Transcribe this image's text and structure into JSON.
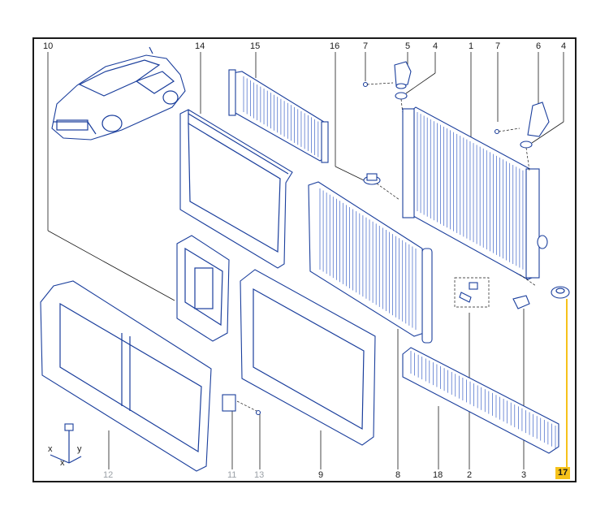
{
  "callouts": [
    {
      "id": "c10",
      "label": "10",
      "style": "normal"
    },
    {
      "id": "c14",
      "label": "14",
      "style": "normal"
    },
    {
      "id": "c15",
      "label": "15",
      "style": "normal"
    },
    {
      "id": "c16",
      "label": "16",
      "style": "normal"
    },
    {
      "id": "c7a",
      "label": "7",
      "style": "normal"
    },
    {
      "id": "c5",
      "label": "5",
      "style": "normal"
    },
    {
      "id": "c4a",
      "label": "4",
      "style": "normal"
    },
    {
      "id": "c1",
      "label": "1",
      "style": "normal"
    },
    {
      "id": "c7b",
      "label": "7",
      "style": "normal"
    },
    {
      "id": "c6",
      "label": "6",
      "style": "normal"
    },
    {
      "id": "c4b",
      "label": "4",
      "style": "normal"
    },
    {
      "id": "c12",
      "label": "12",
      "style": "grey"
    },
    {
      "id": "c11",
      "label": "11",
      "style": "grey"
    },
    {
      "id": "c13",
      "label": "13",
      "style": "grey"
    },
    {
      "id": "c9",
      "label": "9",
      "style": "normal"
    },
    {
      "id": "c8",
      "label": "8",
      "style": "normal"
    },
    {
      "id": "c18",
      "label": "18",
      "style": "normal"
    },
    {
      "id": "c2",
      "label": "2",
      "style": "normal"
    },
    {
      "id": "c3",
      "label": "3",
      "style": "normal"
    },
    {
      "id": "c17",
      "label": "17",
      "style": "highlight"
    }
  ],
  "legend_axes": {
    "x1": "x",
    "x2": "x",
    "y": "y"
  },
  "colors": {
    "line_art": "#1a3e9c",
    "highlight": "#f6c21a",
    "callout_text": "#1a1a1a",
    "grey_text": "#9aa0a6"
  }
}
